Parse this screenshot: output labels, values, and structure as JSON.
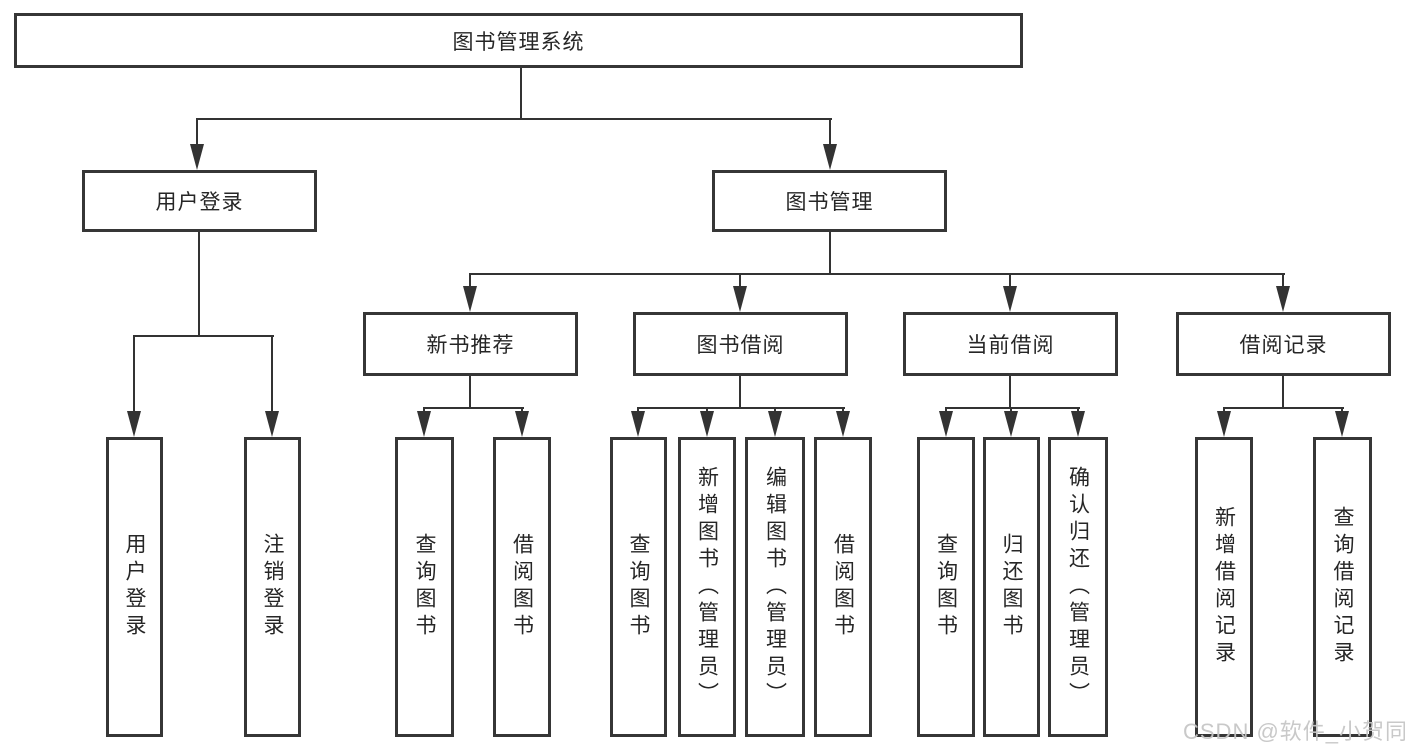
{
  "nodes": {
    "root": "图书管理系统",
    "l2": [
      "用户登录",
      "图书管理"
    ],
    "l3": [
      "新书推荐",
      "图书借阅",
      "当前借阅",
      "借阅记录"
    ],
    "l4": [
      "用户登录",
      "注销登录",
      "查询图书",
      "借阅图书",
      "查询图书",
      "新增图书（管理员）",
      "编辑图书（管理员）",
      "借阅图书",
      "查询图书",
      "归还图书",
      "确认归还（管理员）",
      "新增借阅记录",
      "查询借阅记录"
    ]
  },
  "watermark": "CSDN @软件_小贺同学",
  "colors": {
    "line": "#333333",
    "box_border": "#363636",
    "background": "#ffffff",
    "watermark": "#c6c6c6"
  }
}
